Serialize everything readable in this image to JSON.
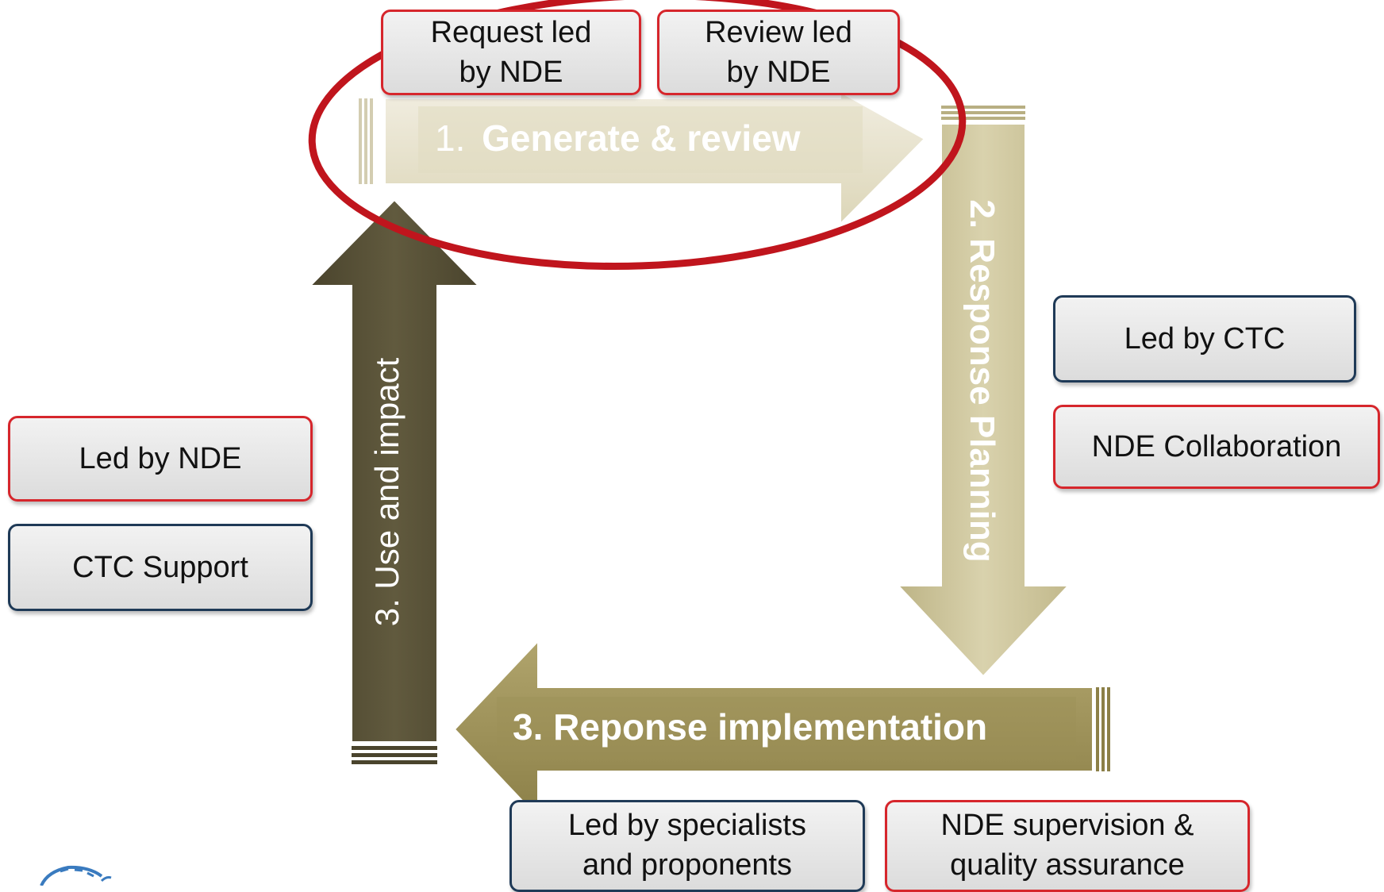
{
  "steps": {
    "generate": {
      "number": "1.",
      "title": "Generate & review"
    },
    "planning": {
      "label": "2. Response Planning"
    },
    "implementation": {
      "label": "3. Reponse implementation"
    },
    "use": {
      "label": "3. Use and impact"
    }
  },
  "boxes": {
    "request_led": "Request led by NDE",
    "review_led": "Review led by NDE",
    "led_by_ctc": "Led by CTC",
    "nde_collaboration": "NDE Collaboration",
    "led_by_nde": "Led by NDE",
    "ctc_support": "CTC Support",
    "led_by_specialists": "Led by specialists and proponents",
    "nde_supervision": "NDE supervision & quality assurance"
  },
  "colors": {
    "nde_border": "#d6262c",
    "ctc_border": "#1f3a57",
    "highlight_ellipse": "#c0151d",
    "arrow_generate": "#e8e3c8",
    "arrow_planning": "#cfc79c",
    "arrow_implementation": "#9b8e56",
    "arrow_use": "#575037"
  }
}
